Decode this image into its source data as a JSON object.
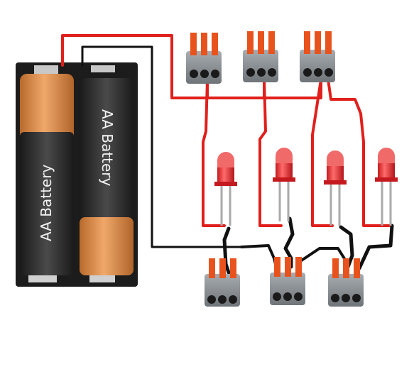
{
  "diagram": {
    "battery_labels": [
      "AA Battery",
      "AA Battery"
    ],
    "colors": {
      "positive_wire": "#e0201c",
      "negative_wire": "#111111",
      "led_body": "#e8232a",
      "connector_body": "#8a8f93",
      "connector_lever": "#e8531d",
      "battery_copper": "#d88a4a",
      "battery_black": "#2a2a2a",
      "holder": "#1c1c1c"
    },
    "icons": [
      "battery-holder-icon",
      "aa-battery-icon",
      "wago-connector-icon",
      "red-led-icon"
    ],
    "counts": {
      "batteries": 2,
      "leds": 4,
      "top_connectors": 3,
      "bottom_connectors": 3
    }
  }
}
